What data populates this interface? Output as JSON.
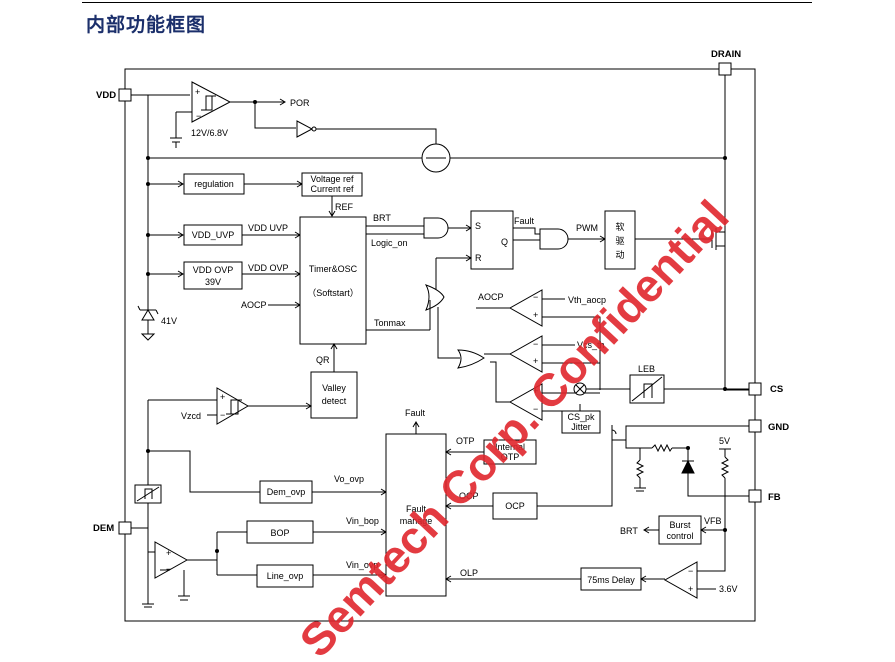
{
  "page": {
    "title": "内部功能框图"
  },
  "pins": {
    "vdd": "VDD",
    "drain": "DRAIN",
    "cs": "CS",
    "gnd": "GND",
    "fb": "FB",
    "dem": "DEM"
  },
  "blocks": {
    "regulation": "regulation",
    "voltage_ref_1": "Voltage ref",
    "voltage_ref_2": "Current ref",
    "vdd_uvp": "VDD_UVP",
    "vdd_ovp_1": "VDD OVP",
    "vdd_ovp_2": "39V",
    "timer_osc_1": "Timer&OSC",
    "timer_osc_2": "（Softstart）",
    "valley_1": "Valley",
    "valley_2": "detect",
    "soft_drive_1": "软",
    "soft_drive_2": "驱",
    "soft_drive_3": "动",
    "leb": "LEB",
    "cs_pk_1": "CS_pk",
    "cs_pk_2": "Jitter",
    "internal_otp_1": "Internal",
    "internal_otp_2": "OTP",
    "ocp": "OCP",
    "dem_ovp": "Dem_ovp",
    "bop": "BOP",
    "line_ovp": "Line_ovp",
    "fault_1": "Fault",
    "fault_2": "manage",
    "burst_1": "Burst",
    "burst_2": "control",
    "delay": "75ms Delay",
    "sr_s": "S",
    "sr_r": "R",
    "sr_q": "Q"
  },
  "signals": {
    "por": "POR",
    "uvlo": "12V/6.8V",
    "ref": "REF",
    "brt_top": "BRT",
    "logic_on": "Logic_on",
    "fault_top": "Fault",
    "pwm": "PWM",
    "vdd_uvp": "VDD UVP",
    "vdd_ovp": "VDD OVP",
    "aocp_in": "AOCP",
    "zener": "41V",
    "qr": "QR",
    "tonmax": "Tonmax",
    "aocp_out": "AOCP",
    "vth_aocp": "Vth_aocp",
    "vcs_th": "Vcs_th",
    "vzcd": "Vzcd",
    "fault_mid": "Fault",
    "otp": "OTP",
    "ocp_sig": "OCP",
    "vo_ovp": "Vo_ovp",
    "vin_bop": "Vin_bop",
    "vin_ovp": "Vin_ovp",
    "olp": "OLP",
    "five_v": "5V",
    "vfb": "VFB",
    "brt_bottom": "BRT",
    "v36": "3.6V"
  },
  "watermark": "Semtech Corp. Confidential",
  "colors": {
    "title": "#1b2f6b",
    "watermark": "#e0262d"
  }
}
